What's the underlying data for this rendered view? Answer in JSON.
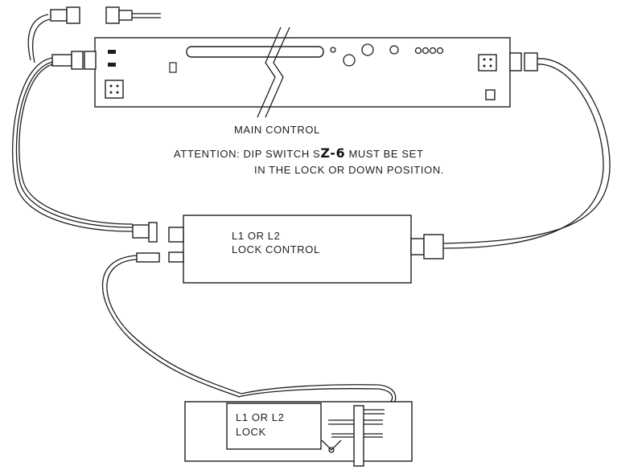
{
  "diagram": {
    "main_control": {
      "label": "MAIN CONTROL"
    },
    "attention": {
      "prefix": "ATTENTION:  DIP SWITCH S",
      "switch_handwritten": "Z-6",
      "line1_suffix": " MUST BE SET",
      "line2": "IN THE LOCK OR DOWN POSITION."
    },
    "lock_control": {
      "line1": "L1  OR  L2",
      "line2": "LOCK CONTROL"
    },
    "lock": {
      "line1": "L1  OR  L2",
      "line2": "LOCK"
    }
  }
}
